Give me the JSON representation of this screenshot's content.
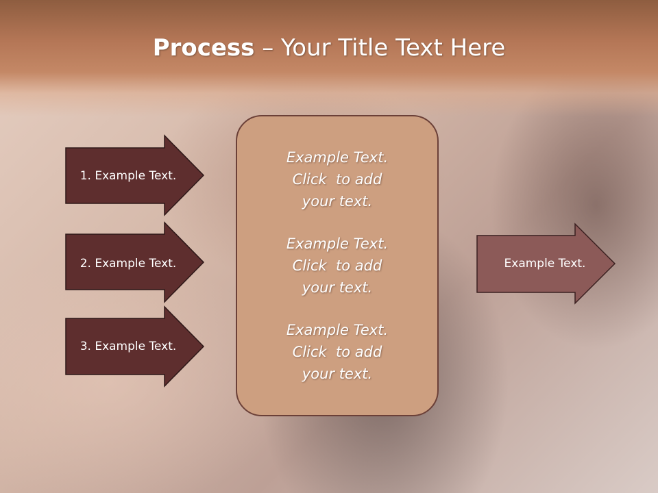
{
  "slide": {
    "title_bold": "Process",
    "title_rest": " – Your Title Text Here"
  },
  "inputs": [
    {
      "label": "1. Example Text."
    },
    {
      "label": "2. Example Text."
    },
    {
      "label": "3. Example Text."
    }
  ],
  "center": {
    "blocks": [
      {
        "lines": [
          "Example Text.",
          "Click  to add",
          "your text."
        ]
      },
      {
        "lines": [
          "Example Text.",
          "Click  to add",
          "your text."
        ]
      },
      {
        "lines": [
          "Example Text.",
          "Click  to add",
          "your text."
        ]
      }
    ]
  },
  "output": {
    "label": "Example Text."
  },
  "colors": {
    "input_arrow_fill": "#5e2e2e",
    "output_arrow_fill": "#8c5a58",
    "center_box_fill": "#cd9f80",
    "title_band": "#b47656"
  }
}
